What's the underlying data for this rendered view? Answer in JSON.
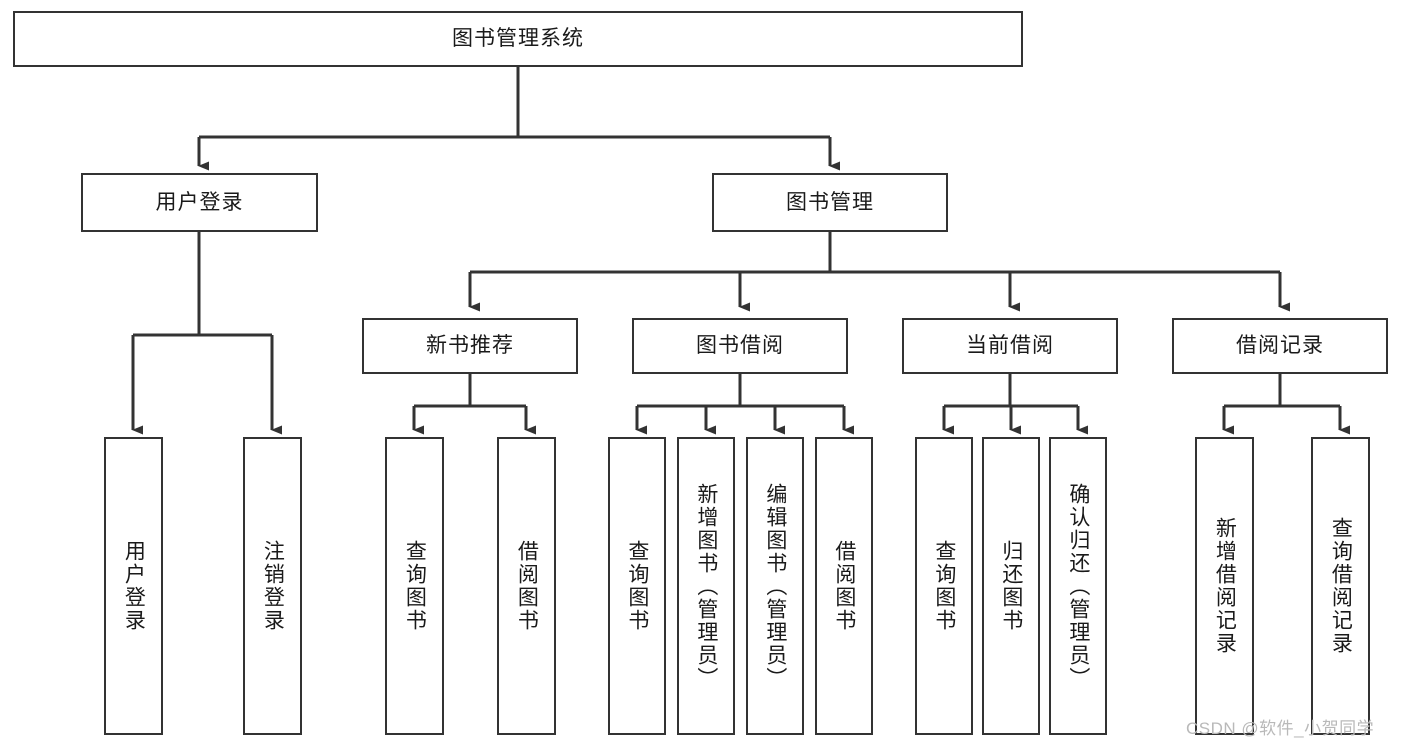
{
  "diagram": {
    "title": "图书管理系统",
    "type": "tree-hierarchy",
    "watermark": "CSDN @软件_小贺同学",
    "colors": {
      "box_border": "#333333",
      "box_fill": "#ffffff",
      "edge": "#333333",
      "text": "#1a1a1a",
      "watermark": "#b9b9b9",
      "background": "#ffffff"
    },
    "root": {
      "label": "图书管理系统"
    },
    "level2": [
      {
        "id": "user-login",
        "label": "用户登录"
      },
      {
        "id": "book-manage",
        "label": "图书管理"
      }
    ],
    "level3": [
      {
        "id": "new-book-recommend",
        "label": "新书推荐",
        "parent": "book-manage"
      },
      {
        "id": "book-borrow",
        "label": "图书借阅",
        "parent": "book-manage"
      },
      {
        "id": "current-borrow",
        "label": "当前借阅",
        "parent": "book-manage"
      },
      {
        "id": "borrow-record",
        "label": "借阅记录",
        "parent": "book-manage"
      }
    ],
    "leaves": [
      {
        "id": "leaf-user-login",
        "label": "用户登录",
        "parent": "user-login"
      },
      {
        "id": "leaf-logout",
        "label": "注销登录",
        "parent": "user-login"
      },
      {
        "id": "leaf-query-book-1",
        "label": "查询图书",
        "parent": "new-book-recommend"
      },
      {
        "id": "leaf-borrow-book-1",
        "label": "借阅图书",
        "parent": "new-book-recommend"
      },
      {
        "id": "leaf-query-book-2",
        "label": "查询图书",
        "parent": "book-borrow"
      },
      {
        "id": "leaf-add-book",
        "label": "新增图书（管理员）",
        "parent": "book-borrow"
      },
      {
        "id": "leaf-edit-book",
        "label": "编辑图书（管理员）",
        "parent": "book-borrow"
      },
      {
        "id": "leaf-borrow-book-2",
        "label": "借阅图书",
        "parent": "book-borrow"
      },
      {
        "id": "leaf-query-book-3",
        "label": "查询图书",
        "parent": "current-borrow"
      },
      {
        "id": "leaf-return-book",
        "label": "归还图书",
        "parent": "current-borrow"
      },
      {
        "id": "leaf-confirm-return",
        "label": "确认归还（管理员）",
        "parent": "current-borrow"
      },
      {
        "id": "leaf-add-record",
        "label": "新增借阅记录",
        "parent": "borrow-record"
      },
      {
        "id": "leaf-query-record",
        "label": "查询借阅记录",
        "parent": "borrow-record"
      }
    ]
  }
}
